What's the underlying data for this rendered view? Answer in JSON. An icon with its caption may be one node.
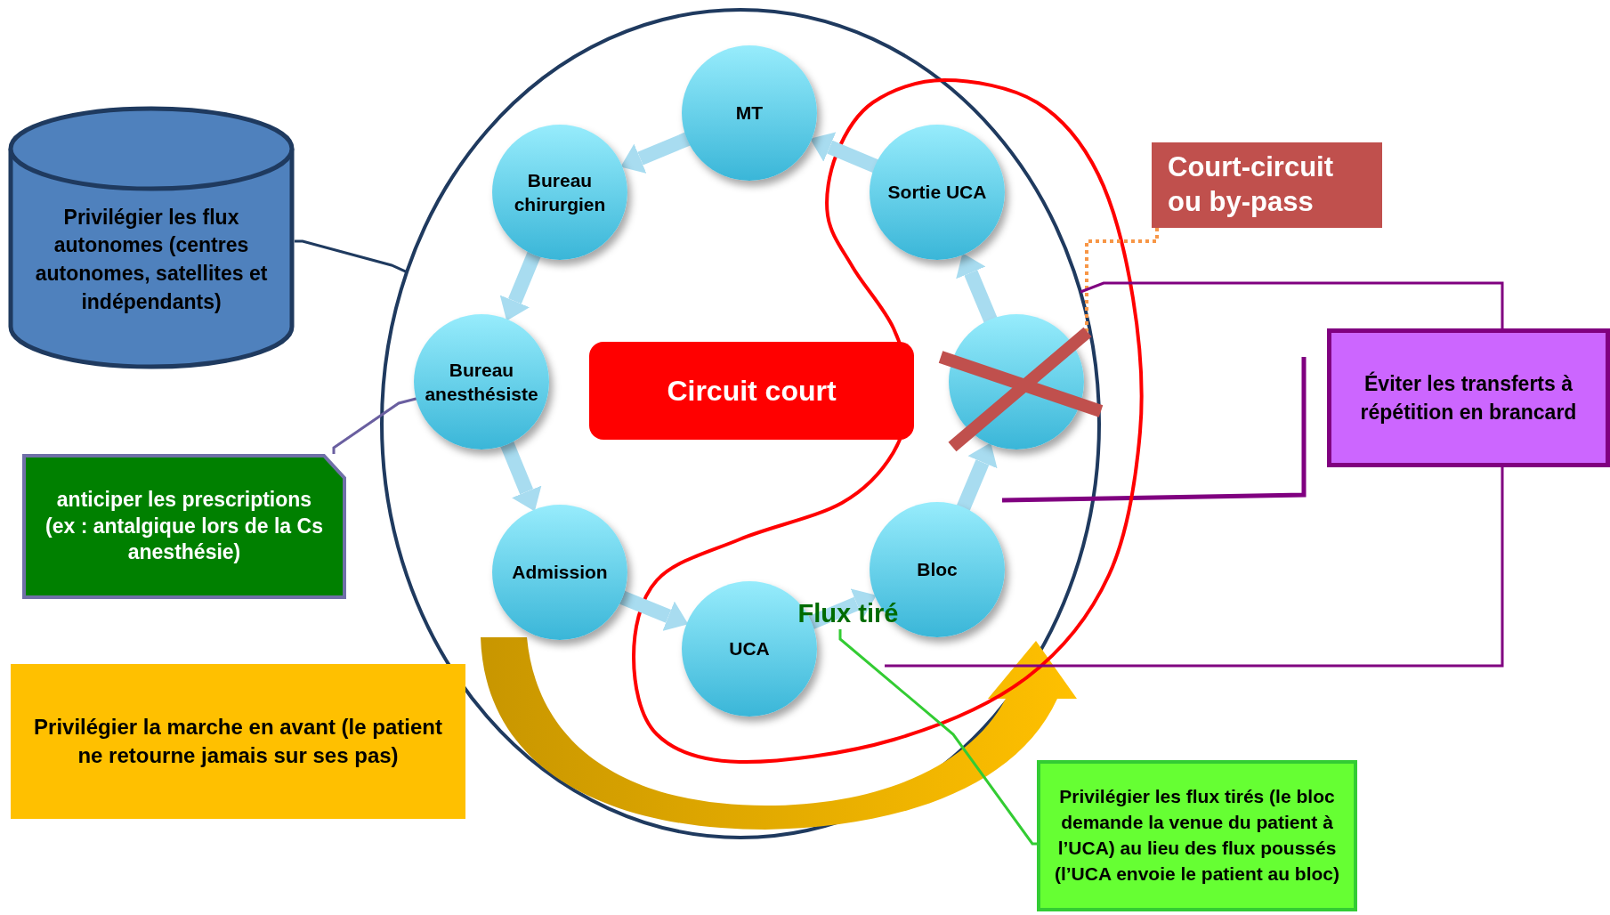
{
  "diagram": {
    "nodes": [
      {
        "text": [],
        "shape": "ellipse"
      },
      {
        "text": [
          "MT"
        ],
        "in": 0
      },
      {
        "text": [
          "Bureau chirurgien"
        ],
        "in": 0
      },
      {
        "text": [
          "Sortie UCA"
        ],
        "in": 0
      },
      {
        "text": [
          "Privilégier les flux autonomes (centres autonomes, satellites et indépendants)"
        ]
      },
      {
        "text": [
          "Court-circuit ou by-pass"
        ]
      },
      {
        "text": [
          "Bureau anesthésiste"
        ],
        "in": 0
      },
      {
        "text": [
          "Circuit court"
        ],
        "in": 0
      },
      {
        "text": [],
        "shape": "circle",
        "in": 0
      },
      {
        "text": [
          "Éviter les transferts à répétition en brancard"
        ]
      },
      {
        "text": [
          "anticiper les prescriptions (ex : antalgique lors de la Cs anesthésie)"
        ]
      },
      {
        "text": [
          "Admission"
        ],
        "in": 0
      },
      {
        "text": [
          "Bloc"
        ],
        "in": 0
      },
      {
        "text": [
          "UCA"
        ],
        "in": 0
      },
      {
        "text": [
          "Flux tiré"
        ],
        "in": 0
      },
      {
        "text": [
          "Privilégier la marche en avant (le patient ne retourne jamais sur ses pas)"
        ]
      },
      {
        "text": [
          "Privilégier les flux tirés (le bloc demande la venue du patient à l’UCA) au lieu des flux poussés (l’UCA envoie le patient au bloc)"
        ]
      }
    ],
    "edges": [
      {
        "from": 1,
        "to": 2,
        "arrow": "to"
      },
      {
        "from": 2,
        "to": 6,
        "arrow": "to"
      },
      {
        "from": 6,
        "to": 11,
        "arrow": "to"
      },
      {
        "from": 11,
        "to": 13,
        "arrow": "to"
      },
      {
        "from": 13,
        "to": 12,
        "arrow": "to"
      },
      {
        "from": 12,
        "to": 8,
        "arrow": "to"
      },
      {
        "from": 8,
        "to": 3,
        "arrow": "to"
      },
      {
        "from": 3,
        "to": 1,
        "arrow": "to"
      },
      {
        "from": 4,
        "to": 0,
        "arrow": "none",
        "color": "#1f3a5f"
      },
      {
        "from": 10,
        "to": 6,
        "arrow": "none",
        "color": "#6a5fa0"
      },
      {
        "from": 5,
        "to": 8,
        "arrow": "none",
        "style": "dashed",
        "color": "#f79646"
      },
      {
        "from": 9,
        "to": 0,
        "arrow": "none",
        "color": "#800080"
      },
      {
        "from": 9,
        "to": null,
        "arrow": "none",
        "color": "#800080"
      },
      {
        "from": 14,
        "to": 16,
        "arrow": "none",
        "color": "#33cc33"
      }
    ]
  }
}
